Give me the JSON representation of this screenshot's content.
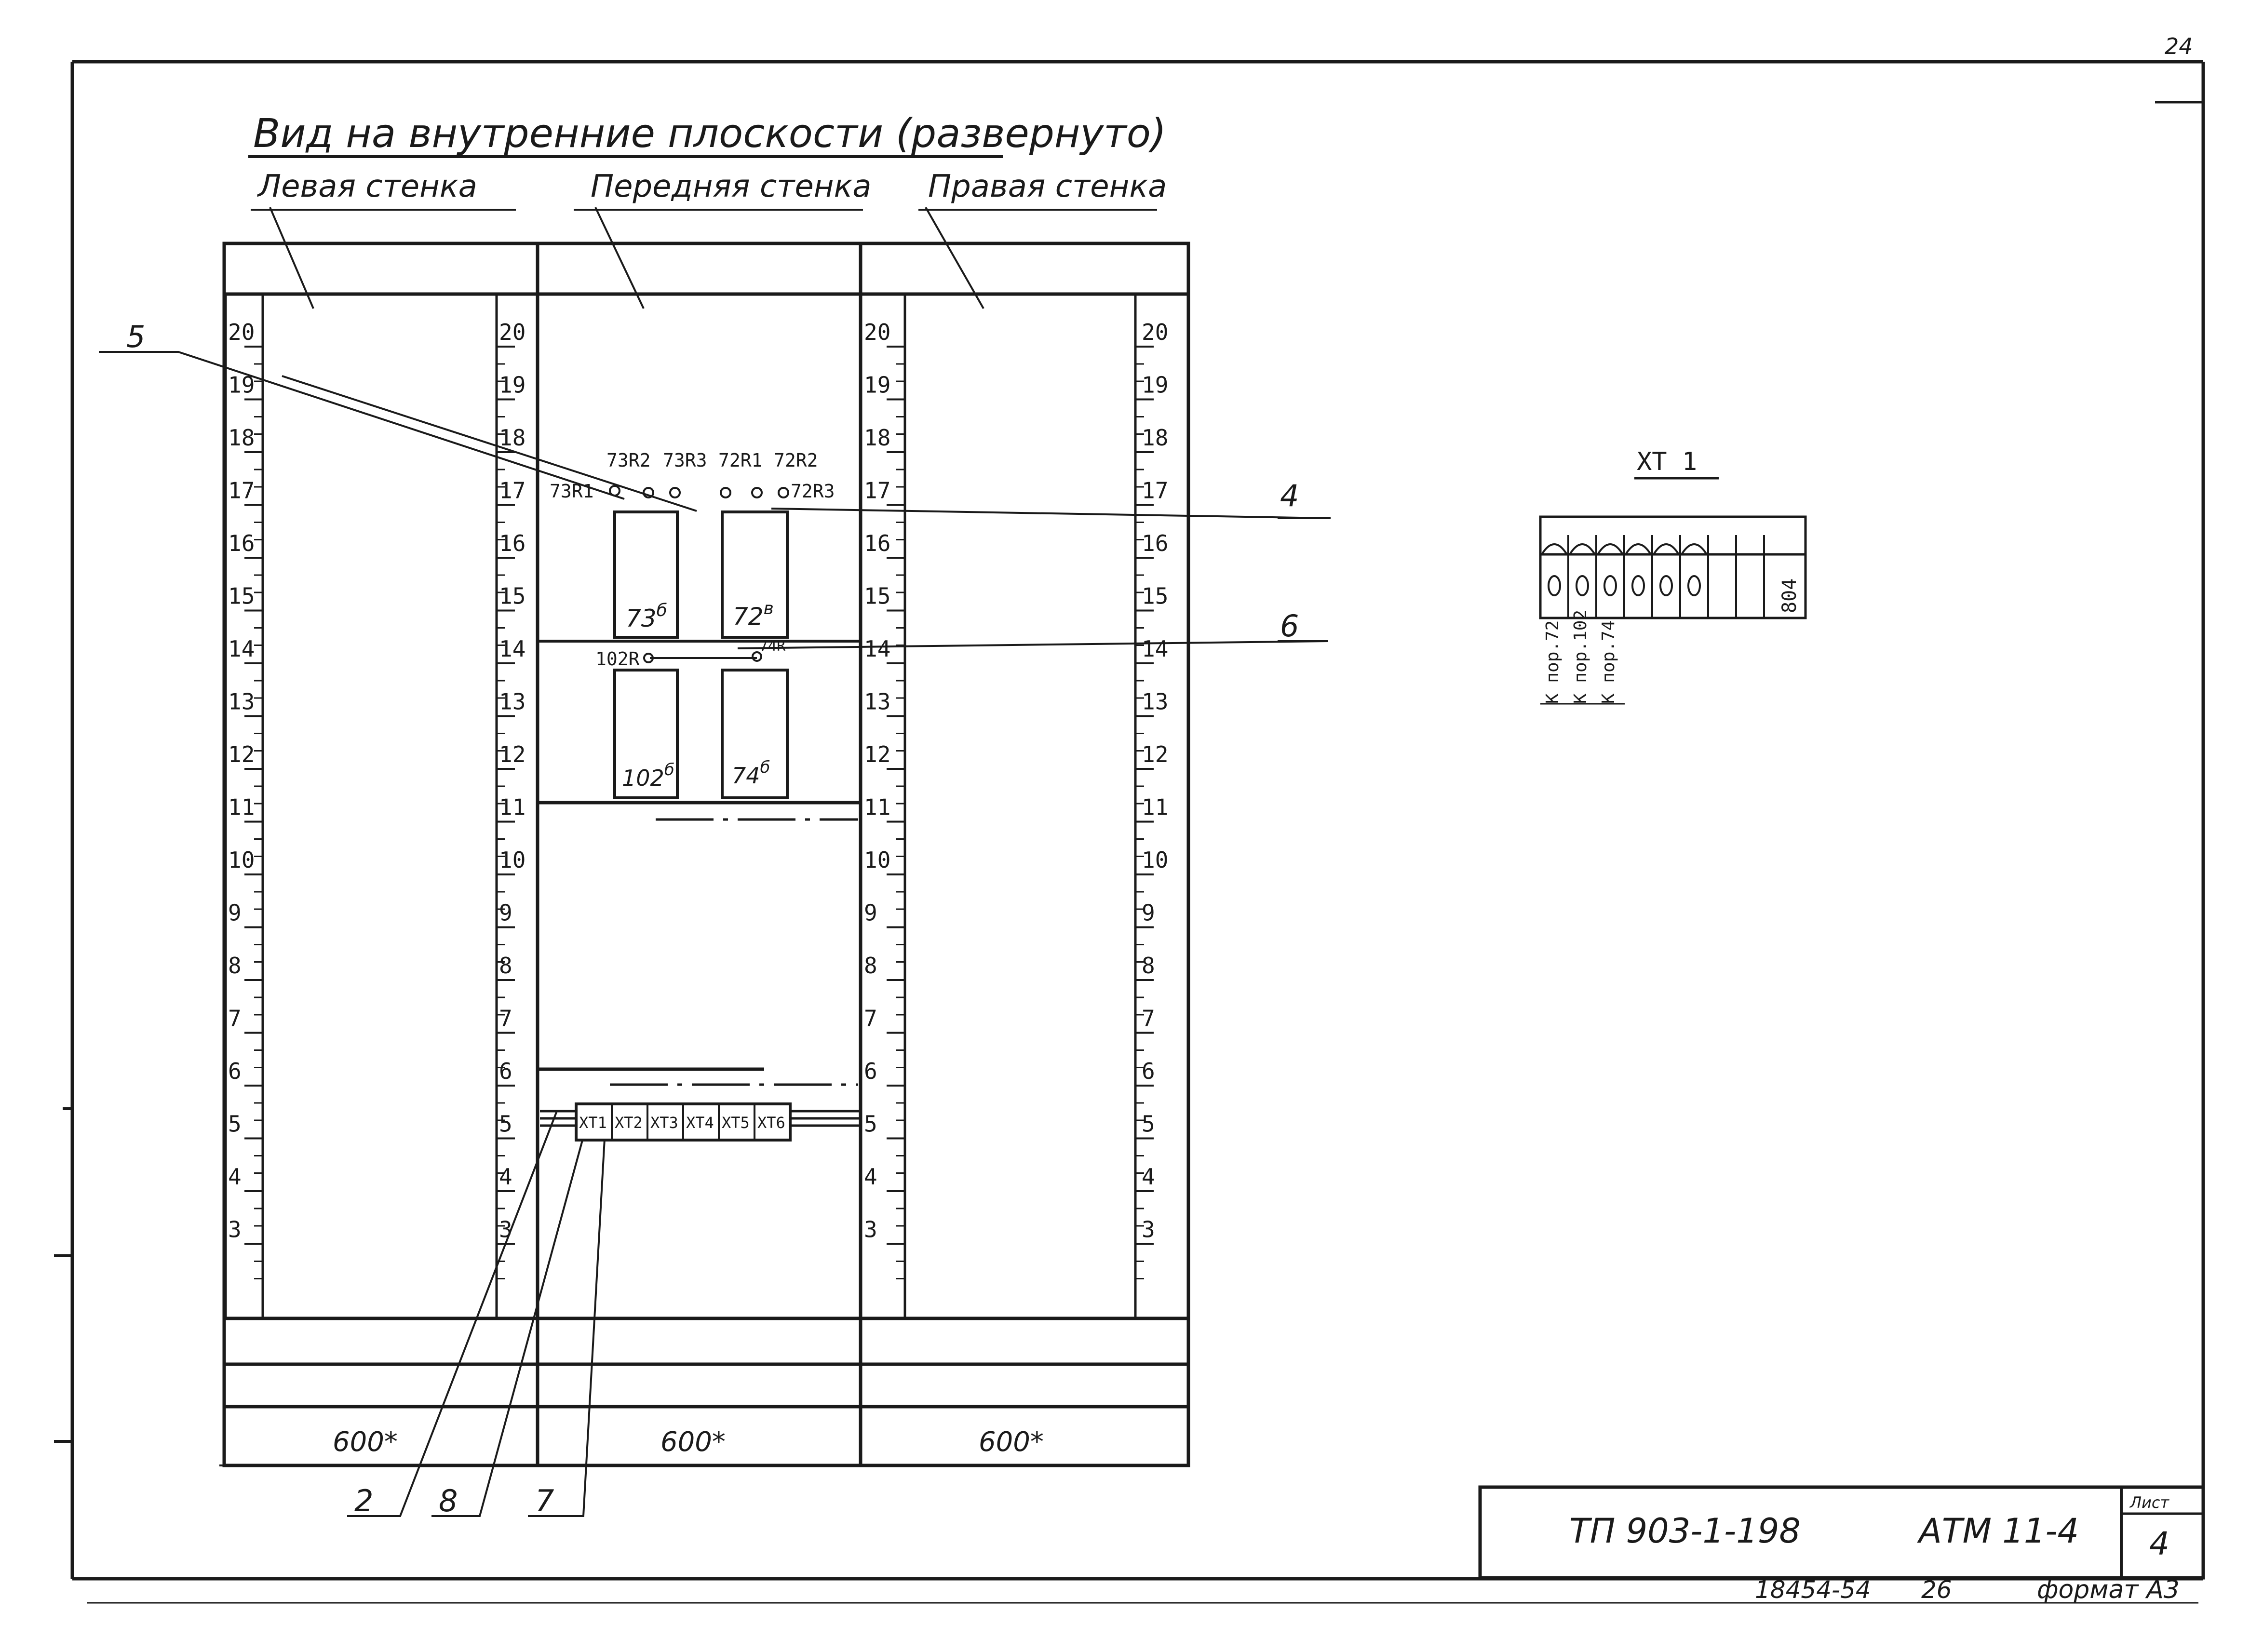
{
  "page": {
    "corner_number": "24",
    "title": "Вид на внутренние плоскости (развернуто)"
  },
  "walls": [
    {
      "name": "Левая стенка",
      "width": "600*"
    },
    {
      "name": "Передняя стенка",
      "width": "600*"
    },
    {
      "name": "Правая стенка",
      "width": "600*"
    }
  ],
  "rail_scale": [
    "20",
    "19",
    "18",
    "17",
    "16",
    "15",
    "14",
    "13",
    "12",
    "11",
    "10",
    "9",
    "8",
    "7",
    "6",
    "5",
    "4",
    "3"
  ],
  "leaders": {
    "l5": "5",
    "l4": "4",
    "l6": "6",
    "l2": "2",
    "l8": "8",
    "l7": "7"
  },
  "front_wall": {
    "top_terminals": [
      "73R2",
      "73R3",
      "72R1",
      "72R2"
    ],
    "terminal_left": "73R1",
    "terminal_right": "72R3",
    "mid_left": "102R",
    "mid_right": "74R",
    "devices": [
      {
        "id": "73",
        "sup": "б"
      },
      {
        "id": "72",
        "sup": "в"
      },
      {
        "id": "102",
        "sup": "б"
      },
      {
        "id": "74",
        "sup": "б"
      }
    ],
    "terminal_blocks": [
      "XT1",
      "XT2",
      "XT3",
      "XT4",
      "XT5",
      "XT6"
    ]
  },
  "xt1_detail": {
    "title": "XT 1",
    "end_label": "804",
    "wire_labels": [
      "К пор.72",
      "К пор.102",
      "К пор.74"
    ]
  },
  "title_block": {
    "project": "ТП 903-1-198",
    "drawing": "АТМ 11-4",
    "sheet_label": "Лист",
    "sheet_number": "4"
  },
  "footer": {
    "inventory": "18454-54",
    "sheet_count": "26",
    "format": "формат А3"
  }
}
